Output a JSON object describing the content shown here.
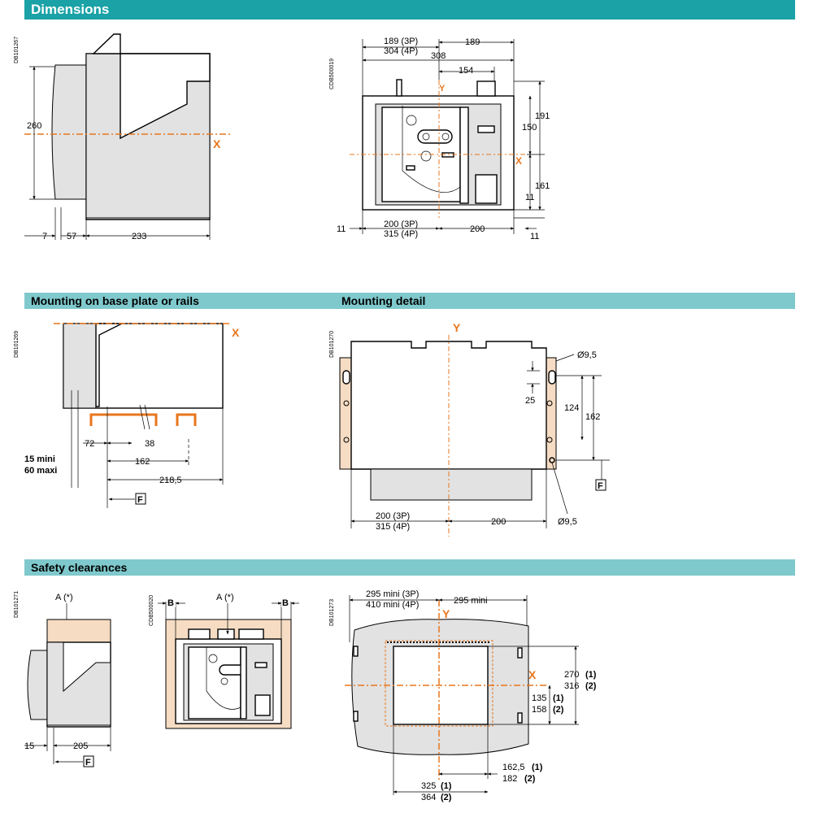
{
  "sections": {
    "dimensions": "Dimensions",
    "mounting": "Mounting on base plate or rails",
    "mounting_detail": "Mounting detail",
    "safety": "Safety clearances"
  },
  "codes": {
    "d1": "DB101267",
    "d2": "CDB500019",
    "m1": "DB101269",
    "m2": "DB101270",
    "s1": "DB101271",
    "s2": "CDB500020",
    "s3": "DB101273"
  },
  "axes": {
    "x": "X",
    "y": "Y"
  },
  "dims_side": {
    "height": "260",
    "d7": "7",
    "d57": "57",
    "d233": "233"
  },
  "dims_front": {
    "w189_3p": "189 (3P)",
    "w304_4p": "304 (4P)",
    "w189": "189",
    "w308": "308",
    "w154": "154",
    "h191": "191",
    "h150": "150",
    "h161": "161",
    "h11": "11",
    "b11_left": "11",
    "b200_3p": "200 (3P)",
    "b315_4p": "315 (4P)",
    "b200": "200",
    "b11_right": "11"
  },
  "mounting": {
    "d72": "72",
    "d38": "38",
    "mini": "15 mini",
    "maxi": "60 maxi",
    "d162": "162",
    "d218": "218,5",
    "f": "F"
  },
  "detail": {
    "dia_top": "Ø9,5",
    "d25": "25",
    "d124": "124",
    "d162": "162",
    "f": "F",
    "b200_3p": "200 (3P)",
    "b315_4p": "315 (4P)",
    "b200": "200",
    "dia_bottom": "Ø9,5"
  },
  "safety": {
    "a1": "A",
    "a1_star": "(*)",
    "d15": "15",
    "d205": "205",
    "f": "F",
    "b_left": "B",
    "b_right": "B",
    "a2": "A",
    "a2_star": "(*)",
    "w295_3p": "295 mini (3P)",
    "w410_4p": "410 mini (4P)",
    "w295": "295 mini",
    "h270": "270",
    "h270_n": "(1)",
    "h316": "316",
    "h316_n": "(2)",
    "h135": "135",
    "h135_n": "(1)",
    "h158": "158",
    "h158_n": "(2)",
    "b162": "162,5",
    "b162_n": "(1)",
    "b182": "182",
    "b182_n": "(2)",
    "b325": "325",
    "b325_n": "(1)",
    "b364": "364",
    "b364_n": "(2)"
  }
}
